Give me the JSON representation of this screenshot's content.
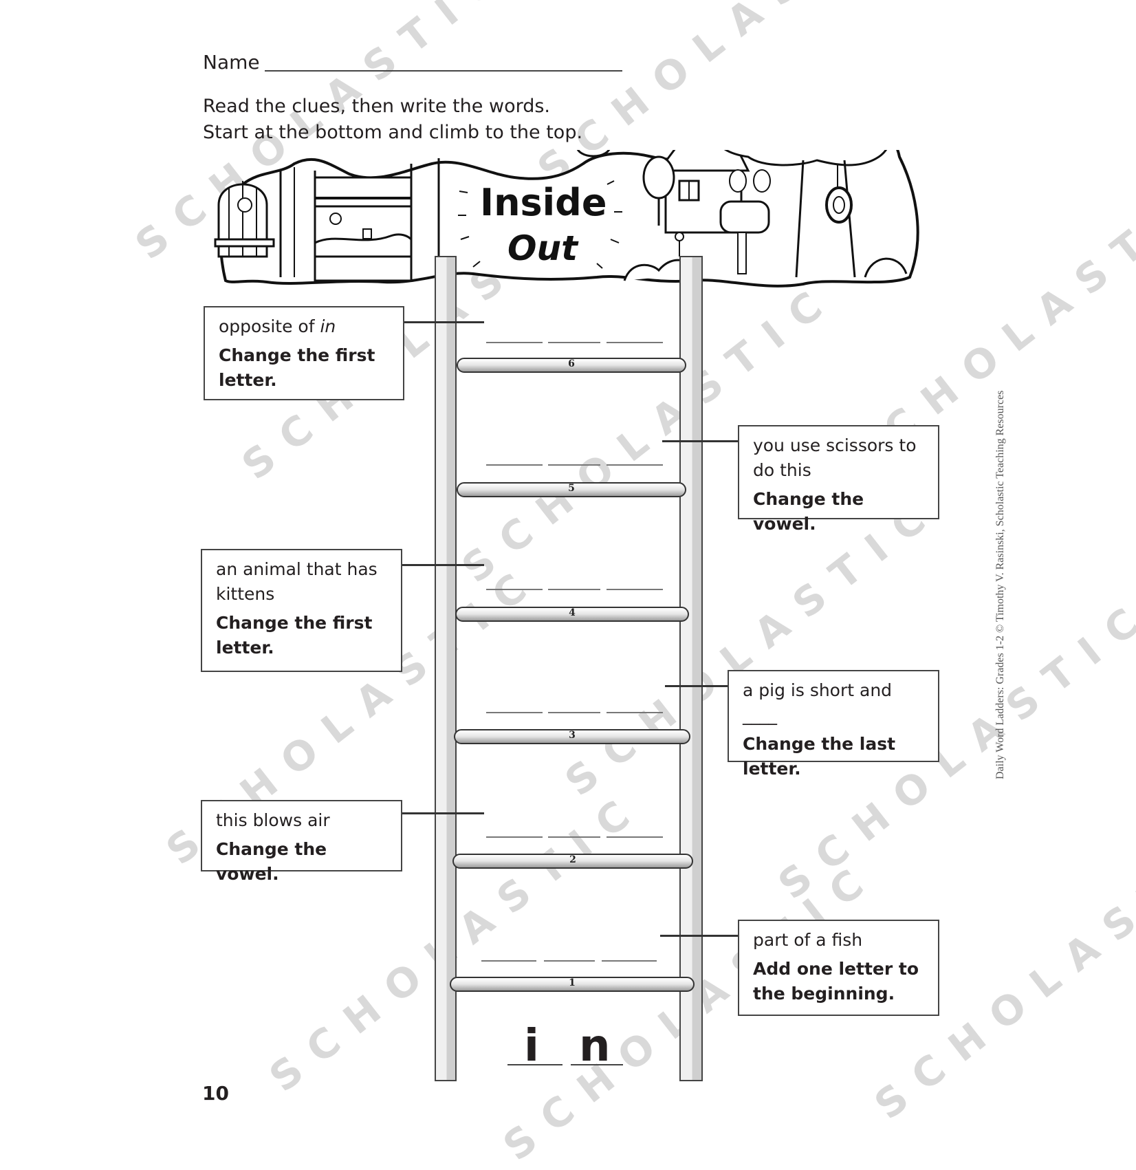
{
  "header": {
    "name_label": "Name",
    "instructions": [
      "Read the clues, then write the words.",
      "Start at the bottom and climb to the top."
    ]
  },
  "banner": {
    "title_line1": "Inside",
    "title_line2": "Out",
    "illustration": "birdcage, window, house, birds, mailbox, tree with tire swing"
  },
  "ladder": {
    "rungs": [
      {
        "number": "6",
        "blank_count": 3
      },
      {
        "number": "5",
        "blank_count": 3
      },
      {
        "number": "4",
        "blank_count": 3
      },
      {
        "number": "3",
        "blank_count": 3
      },
      {
        "number": "2",
        "blank_count": 3
      },
      {
        "number": "1",
        "blank_count": 3
      }
    ],
    "start_word_letters": [
      "i",
      "n"
    ]
  },
  "clues": {
    "step6": {
      "hint_prefix": "opposite of ",
      "hint_italic": "in",
      "rule": "Change the first letter."
    },
    "step5": {
      "hint": "you use scissors to do this",
      "rule": "Change the vowel."
    },
    "step4": {
      "hint": "an animal that has kittens",
      "rule": "Change the first letter."
    },
    "step3": {
      "hint": "a pig is short and ____",
      "rule": "Change the last letter."
    },
    "step2": {
      "hint": "this blows air",
      "rule": "Change the vowel."
    },
    "step1": {
      "hint": "part of a fish",
      "rule": "Add one letter to the beginning."
    }
  },
  "footer": {
    "page_number": "10",
    "citation": "Daily Word Ladders: Grades 1-2 © Timothy V. Rasinski, Scholastic Teaching Resources"
  },
  "watermark": {
    "text": "SCHOLASTIC",
    "color": "#d9d9d9"
  }
}
